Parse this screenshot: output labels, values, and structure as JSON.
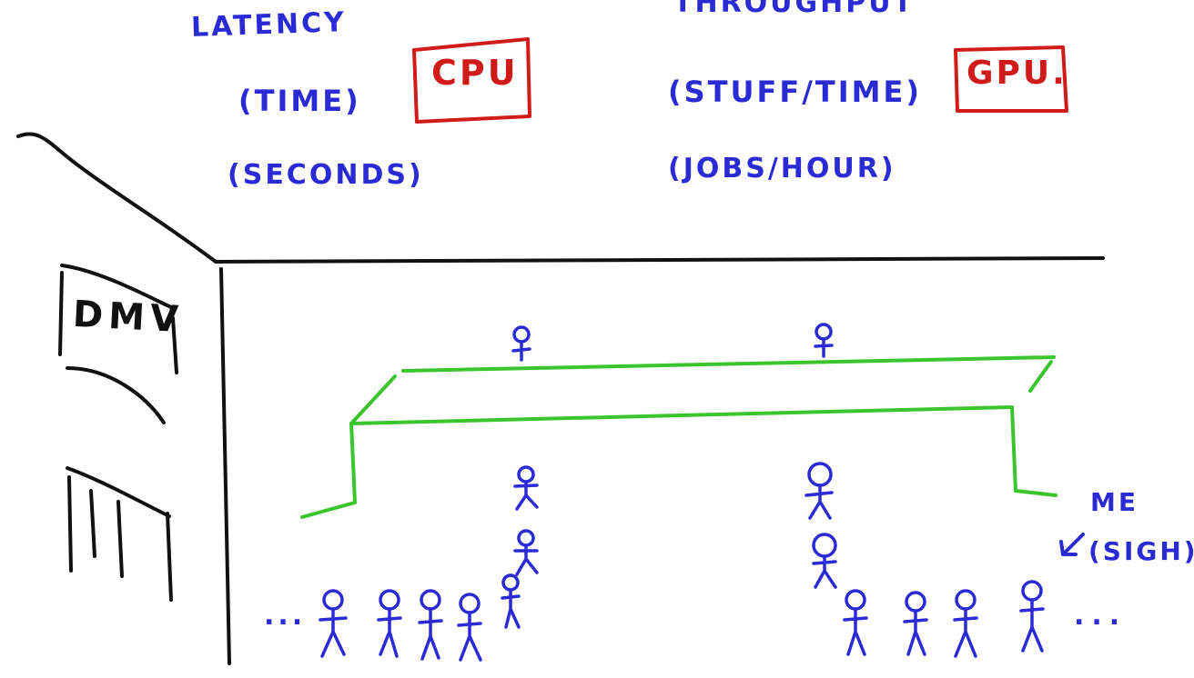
{
  "colors": {
    "ink_blue": "#2b2bd6",
    "ink_red": "#d11a1a",
    "ink_green": "#3bc52c",
    "ink_black": "#111111"
  },
  "latency": {
    "title": "LATENCY",
    "unit": "(TIME)",
    "example": "(SECONDS)",
    "boxed": "CPU"
  },
  "throughput": {
    "title": "THROUGHPUT",
    "unit": "(STUFF/TIME)",
    "example": "(JOBS/HOUR)",
    "boxed": "GPU."
  },
  "building": {
    "sign": "DMV"
  },
  "annotation": {
    "me": "ME",
    "sigh": "(SIGH)"
  },
  "queue_ellipsis_left": "...",
  "queue_ellipsis_right": "..."
}
